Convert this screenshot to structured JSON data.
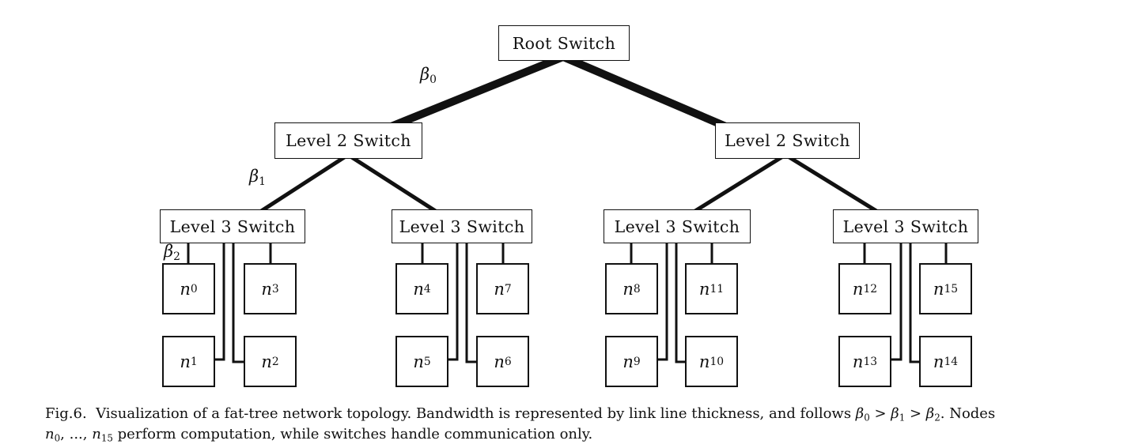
{
  "figure": {
    "root_switch_label": "Root Switch",
    "level2_switch_label": "Level 2 Switch",
    "level3_switch_label": "Level 3 Switch",
    "link_labels": {
      "beta0": {
        "base": "β",
        "sub": "0"
      },
      "beta1": {
        "base": "β",
        "sub": "1"
      },
      "beta2": {
        "base": "β",
        "sub": "2"
      }
    },
    "nodes": [
      {
        "base": "n",
        "sub": "0"
      },
      {
        "base": "n",
        "sub": "1"
      },
      {
        "base": "n",
        "sub": "2"
      },
      {
        "base": "n",
        "sub": "3"
      },
      {
        "base": "n",
        "sub": "4"
      },
      {
        "base": "n",
        "sub": "5"
      },
      {
        "base": "n",
        "sub": "6"
      },
      {
        "base": "n",
        "sub": "7"
      },
      {
        "base": "n",
        "sub": "8"
      },
      {
        "base": "n",
        "sub": "9"
      },
      {
        "base": "n",
        "sub": "10"
      },
      {
        "base": "n",
        "sub": "11"
      },
      {
        "base": "n",
        "sub": "12"
      },
      {
        "base": "n",
        "sub": "13"
      },
      {
        "base": "n",
        "sub": "14"
      },
      {
        "base": "n",
        "sub": "15"
      }
    ]
  },
  "caption": {
    "fig": "Fig.6.",
    "t1": "  Visualization of a fat-tree network topology. Bandwidth is represented by link line thickness, and follows ",
    "m1b": "β",
    "m1s": "0",
    "gt1": " > ",
    "m2b": "β",
    "m2s": "1",
    "gt2": " > ",
    "m3b": "β",
    "m3s": "2",
    "t2": ". Nodes",
    "l2n1b": "n",
    "l2n1s": "0",
    "l2mid": ", ..., ",
    "l2n2b": "n",
    "l2n2s": "15",
    "l2rest": " perform computation, while switches handle communication only."
  },
  "colors": {
    "ink": "#111111",
    "background": "#ffffff"
  }
}
